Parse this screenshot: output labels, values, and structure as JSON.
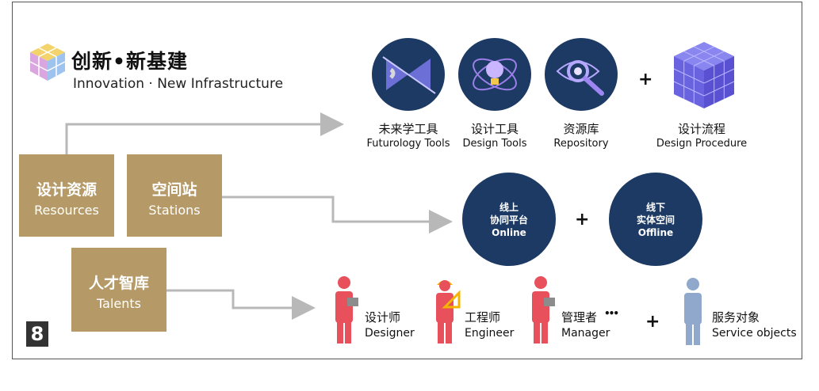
{
  "header": {
    "title_cn": "创新•新基建",
    "title_en": "Innovation · New Infrastructure"
  },
  "resources": {
    "design_resources": {
      "cn": "设计资源",
      "en": "Resources"
    },
    "stations": {
      "cn": "空间站",
      "en": "Stations"
    },
    "talents": {
      "cn": "人才智库",
      "en": "Talents"
    }
  },
  "tools": [
    {
      "cn": "未来学工具",
      "en": "Futurology Tools",
      "icon": "futurology-icon"
    },
    {
      "cn": "设计工具",
      "en": "Design Tools",
      "icon": "design-tools-icon"
    },
    {
      "cn": "资源库",
      "en": "Repository",
      "icon": "repository-icon"
    },
    {
      "cn": "设计流程",
      "en": "Design Procedure",
      "icon": "cube-icon"
    }
  ],
  "platforms": {
    "online": {
      "line1": "线上",
      "line2": "协同平台",
      "en": "Online"
    },
    "offline": {
      "line1": "线下",
      "line2": "实体空间",
      "en": "Offline"
    }
  },
  "roles": [
    {
      "cn": "设计师",
      "en": "Designer"
    },
    {
      "cn": "工程师",
      "en": "Engineer"
    },
    {
      "cn": "管理者",
      "en": "Manager"
    },
    {
      "cn": "服务对象",
      "en": "Service objects"
    }
  ],
  "symbols": {
    "plus": "+",
    "ellipsis": "•••"
  },
  "figure_number": "8",
  "colors": {
    "gold": "#b59a67",
    "navy": "#1c3a63",
    "person_red": "#e8505b",
    "person_blue": "#8fa8cc",
    "connector": "#b8b8b8"
  }
}
